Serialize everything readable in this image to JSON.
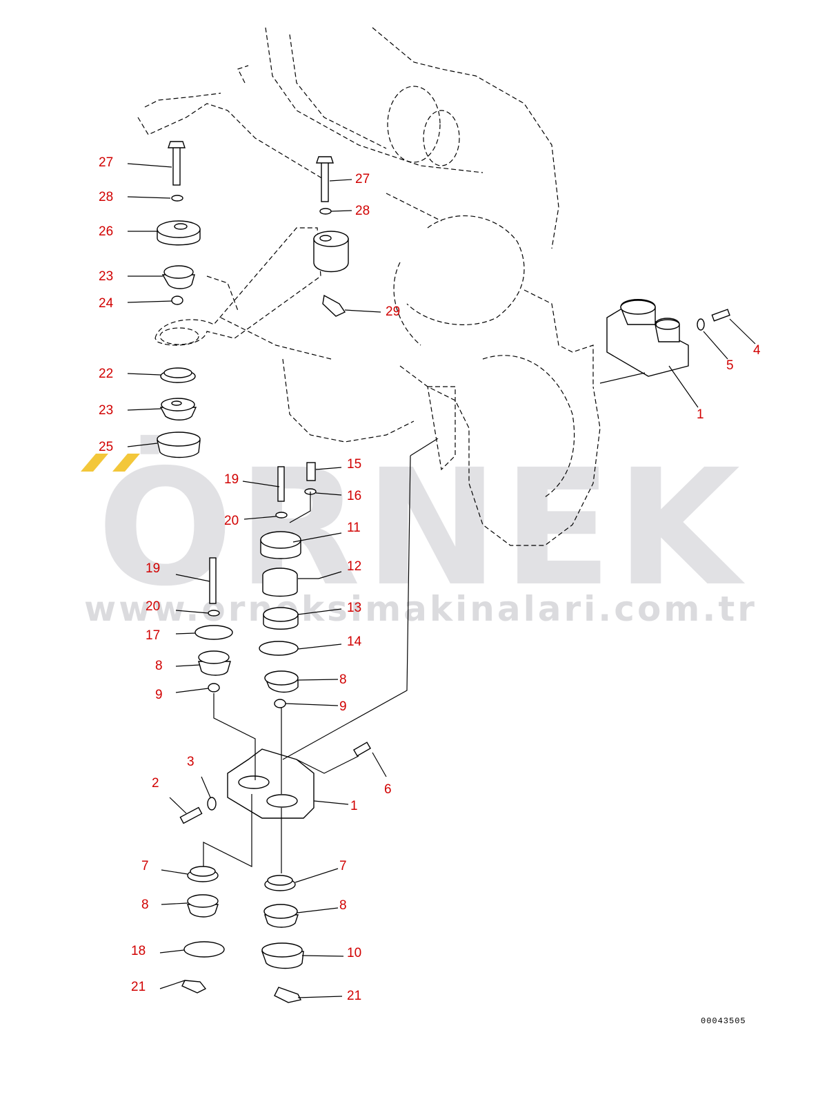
{
  "watermark": {
    "brand": "ÖRNEK",
    "url": "www.orneksimakinalari.com.tr",
    "accent_color": "#f0c030"
  },
  "callouts": [
    {
      "id": "c27a",
      "text": "27"
    },
    {
      "id": "c28a",
      "text": "28"
    },
    {
      "id": "c26",
      "text": "26"
    },
    {
      "id": "c23a",
      "text": "23"
    },
    {
      "id": "c24",
      "text": "24"
    },
    {
      "id": "c22",
      "text": "22"
    },
    {
      "id": "c23b",
      "text": "23"
    },
    {
      "id": "c25",
      "text": "25"
    },
    {
      "id": "c27b",
      "text": "27"
    },
    {
      "id": "c28b",
      "text": "28"
    },
    {
      "id": "c29",
      "text": "29"
    },
    {
      "id": "c4",
      "text": "4"
    },
    {
      "id": "c5",
      "text": "5"
    },
    {
      "id": "c1a",
      "text": "1"
    },
    {
      "id": "c19a",
      "text": "19"
    },
    {
      "id": "c15",
      "text": "15"
    },
    {
      "id": "c16",
      "text": "16"
    },
    {
      "id": "c20a",
      "text": "20"
    },
    {
      "id": "c11",
      "text": "11"
    },
    {
      "id": "c12",
      "text": "12"
    },
    {
      "id": "c19b",
      "text": "19"
    },
    {
      "id": "c20b",
      "text": "20"
    },
    {
      "id": "c13",
      "text": "13"
    },
    {
      "id": "c17",
      "text": "17"
    },
    {
      "id": "c14",
      "text": "14"
    },
    {
      "id": "c8a",
      "text": "8"
    },
    {
      "id": "c8b",
      "text": "8"
    },
    {
      "id": "c9a",
      "text": "9"
    },
    {
      "id": "c9b",
      "text": "9"
    },
    {
      "id": "c3",
      "text": "3"
    },
    {
      "id": "c2",
      "text": "2"
    },
    {
      "id": "c6",
      "text": "6"
    },
    {
      "id": "c1b",
      "text": "1"
    },
    {
      "id": "c7a",
      "text": "7"
    },
    {
      "id": "c7b",
      "text": "7"
    },
    {
      "id": "c8c",
      "text": "8"
    },
    {
      "id": "c8d",
      "text": "8"
    },
    {
      "id": "c18",
      "text": "18"
    },
    {
      "id": "c10",
      "text": "10"
    },
    {
      "id": "c21a",
      "text": "21"
    },
    {
      "id": "c21b",
      "text": "21"
    }
  ],
  "figure_number": "00043505"
}
